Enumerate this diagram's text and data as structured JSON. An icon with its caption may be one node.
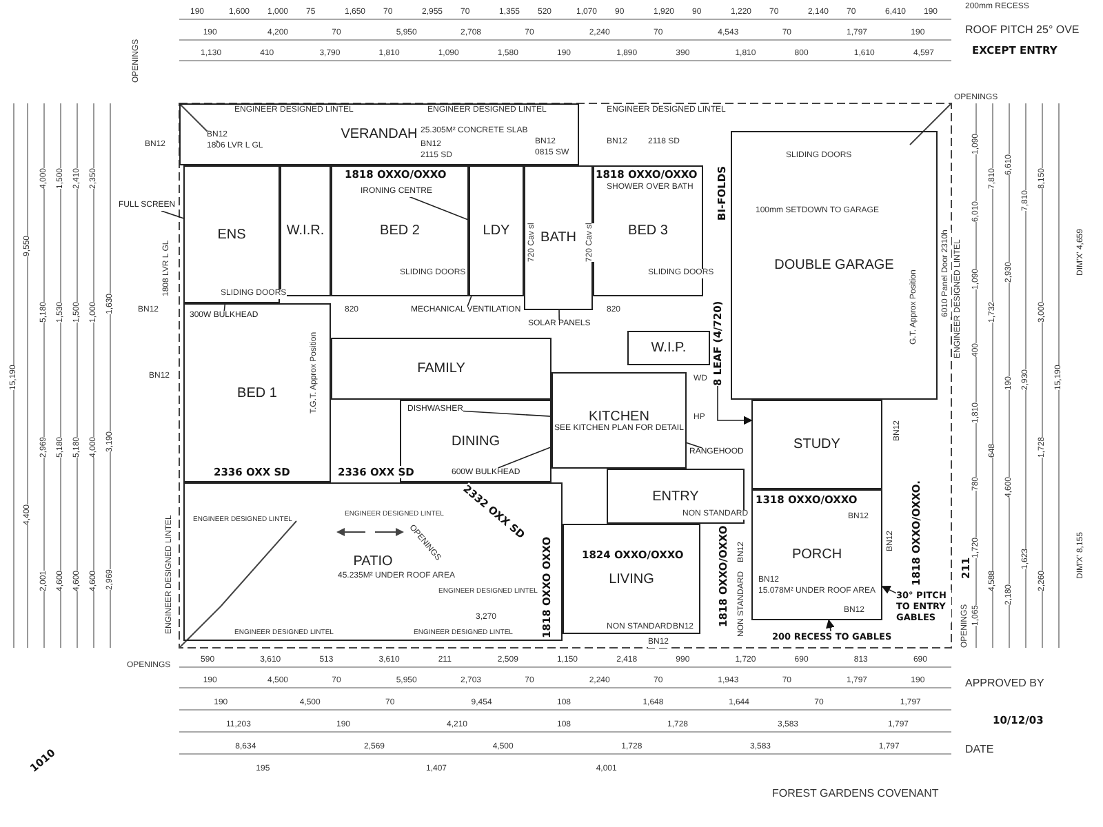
{
  "diagram": {
    "nodes": [
      {
        "text": [
          "VERANDAH"
        ]
      },
      {
        "text": [
          "W.I.R."
        ]
      },
      {
        "text": [
          "ENS"
        ]
      },
      {
        "text": [
          "BED 2"
        ]
      },
      {
        "text": [
          "LDY"
        ]
      },
      {
        "text": [
          "BATH"
        ]
      },
      {
        "text": [
          "BED 3"
        ]
      },
      {
        "text": [
          "DOUBLE GARAGE"
        ]
      },
      {
        "text": [
          "W.I.P."
        ]
      },
      {
        "text": [
          "KITCHEN",
          "SEE KITCHEN PLAN FOR DETAIL"
        ]
      },
      {
        "text": [
          "FAMILY"
        ]
      },
      {
        "text": [
          "BED 1"
        ]
      },
      {
        "text": [
          "DINING"
        ]
      },
      {
        "text": [
          "STUDY"
        ]
      },
      {
        "text": [
          "ENTRY"
        ]
      },
      {
        "text": [
          "PORCH"
        ]
      },
      {
        "text": [
          "PATIO"
        ]
      },
      {
        "text": [
          "LIVING"
        ]
      },
      {
        "text": [
          "FULL SCREEN"
        ]
      },
      {
        "text": [
          "300W BULKHEAD"
        ],
        "in": 11
      },
      {
        "text": [
          "IRONING CENTRE"
        ],
        "in": 3
      },
      {
        "text": [
          "MECHANICAL VENTILATION"
        ]
      },
      {
        "text": [
          "SOLAR PANELS"
        ]
      },
      {
        "text": [
          "DISHWASHER"
        ],
        "in": 12
      },
      {
        "text": [
          "600W BULKHEAD"
        ],
        "in": 12
      },
      {
        "text": [
          "RANGEHOOD"
        ]
      },
      {
        "text": [
          "30° PITCH TO ENTRY GABLES"
        ]
      },
      {
        "text": [
          "200 RECESS TO GABLES"
        ]
      },
      {
        "text": [
          "8 LEAF (4/720)"
        ]
      }
    ],
    "edges": [
      {
        "from": 18,
        "to": 2,
        "arrow": "none"
      },
      {
        "from": 19,
        "to": 2,
        "arrow": "none"
      },
      {
        "from": 20,
        "to": 4,
        "arrow": "none"
      },
      {
        "from": 21,
        "to": 4,
        "arrow": "none"
      },
      {
        "from": 22,
        "to": 5,
        "arrow": "none"
      },
      {
        "from": 23,
        "to": 9,
        "arrow": "none"
      },
      {
        "from": 24,
        "to": 9,
        "arrow": "none"
      },
      {
        "from": 25,
        "to": 9,
        "arrow": "none"
      },
      {
        "from": 26,
        "to": 15,
        "arrow": "to"
      },
      {
        "from": 27,
        "to": 15,
        "arrow": "to"
      },
      {
        "from": 28,
        "to": 13,
        "arrow": "to"
      }
    ],
    "labels": [
      "200mm RECESS",
      "ROOF PITCH 25° OVE",
      "EXCEPT ENTRY",
      "190",
      "1,600",
      "1,000",
      "75",
      "1,650",
      "70",
      "2,955",
      "70",
      "1,355",
      "520",
      "1,070",
      "90",
      "1,920",
      "90",
      "1,220",
      "70",
      "2,140",
      "70",
      "6,410",
      "190",
      "190",
      "4,200",
      "70",
      "5,950",
      "2,708",
      "70",
      "2,240",
      "70",
      "4,543",
      "70",
      "1,797",
      "190",
      "1,130",
      "410",
      "3,790",
      "1,810",
      "1,090",
      "1,580",
      "190",
      "1,890",
      "390",
      "1,810",
      "800",
      "1,610",
      "4,597",
      "OPENINGS",
      "15,190",
      "9,550",
      "4,400",
      "4,000",
      "5,180",
      "2,969",
      "2,001",
      "1,500",
      "1,530",
      "5,180",
      "4,600",
      "2,410",
      "1,500",
      "5,180",
      "4,600",
      "2,350",
      "1,000",
      "4,000",
      "4,600",
      "1,630",
      "3,190",
      "2,969",
      "OPENINGS",
      "590",
      "3,610",
      "513",
      "3,610",
      "211",
      "2,509",
      "1,150",
      "2,418",
      "990",
      "1,720",
      "690",
      "813",
      "690",
      "190",
      "4,500",
      "70",
      "5,950",
      "2,703",
      "70",
      "2,240",
      "70",
      "1,943",
      "70",
      "1,797",
      "190",
      "190",
      "4,500",
      "70",
      "9,454",
      "108",
      "1,648",
      "1,644",
      "70",
      "1,797",
      "11,203",
      "190",
      "4,210",
      "108",
      "1,728",
      "3,583",
      "1,797",
      "8,634",
      "2,569",
      "4,500",
      "1,728",
      "3,583",
      "1,797",
      "195",
      "1,407",
      "4,001",
      "OPENINGS",
      "1,090",
      "6,010",
      "1,090",
      "400",
      "1,810",
      "780",
      "1,720",
      "1,065",
      "7,810",
      "1,732",
      "648",
      "4,588",
      "6,610",
      "2,930",
      "190",
      "4,600",
      "2,180",
      "7,810",
      "2,930",
      "1,623",
      "8,150",
      "3,000",
      "1,728",
      "2,260",
      "15,190",
      "DIM'X' 4,659",
      "DIM'X' 8,155",
      "OPENINGS",
      "211",
      "ENGINEER DESIGNED LINTEL",
      "ENGINEER DESIGNED LINTEL",
      "ENGINEER DESIGNED LINTEL",
      "ENGINEER DESIGNED LINTEL",
      "ENGINEER DESIGNED LINTEL",
      "ENGINEER DESIGNED LINTEL",
      "ENGINEER DESIGNED LINTEL",
      "ENGINEER DESIGNED LINTEL",
      "ENGINEER DESIGNED LINTEL",
      "ENGINEER DESIGNED LINTEL",
      "BN12",
      "BN12",
      "1806 LVR L GL",
      "25.305M² CONCRETE SLAB",
      "BN12",
      "2115 SD",
      "BN12",
      "0815 SW",
      "BN12",
      "2118 SD",
      "1818 OXXO/OXXO",
      "1818 OXXO/OXXO",
      "SHOWER OVER BATH",
      "BI-FOLDS",
      "100mm SETDOWN TO GARAGE",
      "G.T. Approx Position",
      "6010 Panel Door 2310h",
      "BN12",
      "1808 LVR L GL",
      "BN12",
      "T.G.T. Approx Position",
      "2336 OXX SD",
      "2336 OXX SD",
      "2332 OXX SD",
      "OPENINGS",
      "3,270",
      "45.235M² UNDER ROOF AREA",
      "1818 OXXO OXXO",
      "1824 OXXO/OXXO",
      "1818 OXXO/OXXO",
      "NON STANDARD",
      "NON STANDARD",
      "BN12",
      "NON STANDARD",
      "BN12",
      "BN12",
      "1318 OXXO/OXXO",
      "BN12",
      "BN12",
      "15.078M² UNDER ROOF AREA",
      "BN12",
      "1818 OXXO/OXXO.",
      "BN12",
      "BN12",
      "SLIDING DOORS",
      "SLIDING DOORS",
      "SLIDING DOORS",
      "SLIDING DOORS",
      "720 Cav sl",
      "720 Cav sl",
      "820",
      "820",
      "WD",
      "HP",
      "APPROVED BY",
      "DATE",
      "10/12/03",
      "FOREST GARDENS COVENANT",
      "1010"
    ]
  }
}
